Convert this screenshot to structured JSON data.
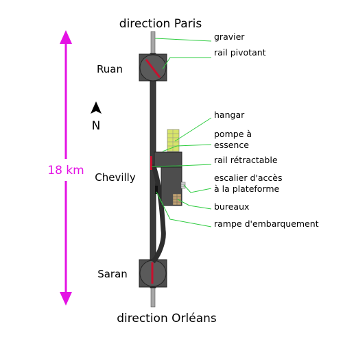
{
  "labels": {
    "top_direction": "direction Paris",
    "bottom_direction": "direction Orléans",
    "distance": "18 km",
    "north": "N",
    "ruan": "Ruan",
    "chevilly": "Chevilly",
    "saran": "Saran"
  },
  "callouts": {
    "gravier": "gravier",
    "rail_pivotant": "rail pivotant",
    "hangar": "hangar",
    "pompe_line1": "pompe à",
    "pompe_line2": "essence",
    "rail_retractable": "rail rétractable",
    "escalier_line1": "escalier d'accès",
    "escalier_line2": "à la plateforme",
    "bureaux": "bureaux",
    "rampe": "rampe d'embarquement"
  },
  "colors": {
    "track": "#3a3a3a",
    "station_block": "#4d4d4d",
    "gravel": "#a8a8a8",
    "rail_red": "#c8102e",
    "hangar": "#d7e46a",
    "leader": "#2ecc40",
    "arrow": "#e412e4"
  },
  "icons": [
    "north-arrow-icon",
    "distance-arrow-icon"
  ]
}
